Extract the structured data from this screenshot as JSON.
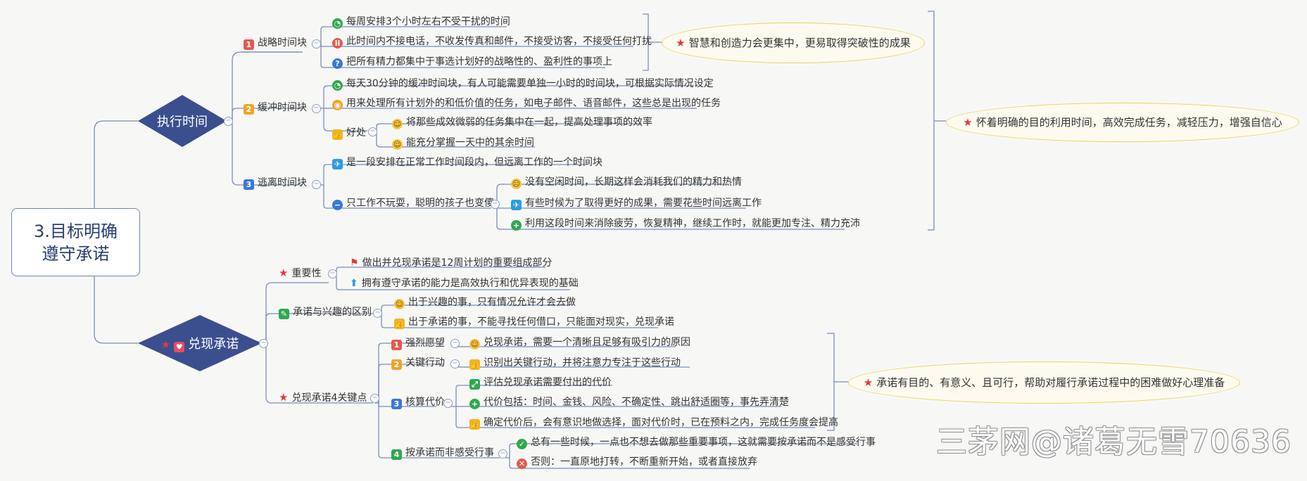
{
  "root": {
    "line1": "3.目标明确",
    "line2": "遵守承诺"
  },
  "exec": {
    "title": "执行时间",
    "strategic": {
      "num": "1",
      "label": "战略时间块",
      "items": [
        "每周安排3个小时左右不受干扰的时间",
        "此时间内不接电话，不收发传真和邮件，不接受访客，不接受任何打扰",
        "把所有精力都集中于事选计划好的战略性的、盈利性的事项上"
      ],
      "summary": "智慧和创造力会更集中，更易取得突破性的成果"
    },
    "buffer": {
      "num": "2",
      "label": "缓冲时间块",
      "items": [
        "每天30分钟的缓冲时间块，有人可能需要单独一小时的时间块，可根据实际情况设定",
        "用来处理所有计划外的和低价值的任务，如电子邮件、语音邮件，这些总是出现的任务"
      ],
      "benefit_label": "好处",
      "benefits": [
        "将那些成效微弱的任务集中在一起，提高处理事项的效率",
        "能充分掌握一天中的其余时间"
      ]
    },
    "escape": {
      "num": "3",
      "label": "逃离时间块",
      "item": "是一段安排在正常工作时间段内，但远离工作的一个时间块",
      "sub_label": "只工作不玩耍，聪明的孩子也变傻",
      "subs": [
        "没有空闲时间，长期这样会消耗我们的精力和热情",
        "有些时候为了取得更好的成果，需要花些时间远离工作",
        "利用这段时间来消除疲劳，恢复精神，继续工作时，就能更加专注、精力充沛"
      ]
    },
    "summary": "怀着明确的目的利用时间，高效完成任务，减轻压力，增强自信心"
  },
  "commit": {
    "title": "兑现承诺",
    "importance": {
      "label": "重要性",
      "items": [
        "做出并兑现承诺是12周计划的重要组成部分",
        "拥有遵守承诺的能力是高效执行和优异表现的基础"
      ]
    },
    "difference": {
      "label": "承诺与兴趣的区别",
      "items": [
        "出于兴趣的事，只有情况允许才会去做",
        "出于承诺的事，不能寻找任何借口，只能面对现实，兑现承诺"
      ]
    },
    "keys": {
      "label": "兑现承诺4关键点",
      "k1": {
        "num": "1",
        "label": "强烈愿望",
        "item": "兑现承诺，需要一个清晰且足够有吸引力的原因"
      },
      "k2": {
        "num": "2",
        "label": "关键行动",
        "item": "识别出关键行动，并将注意力专注于这些行动"
      },
      "k3": {
        "num": "3",
        "label": "核算代价",
        "items": [
          "评估兑现承诺需要付出的代价",
          "代价包括：时间、金钱、风险、不确定性、跳出舒适圈等，事先弄清楚",
          "确定代价后，会有意识地做选择，面对代价时，已在预料之内，完成任务度会提高"
        ]
      },
      "k4": {
        "num": "4",
        "label": "按承诺而非感受行事",
        "items": [
          "总有一些时候，一点也不想去做那些重要事项，这就需要按承诺而不是感受行事",
          "否则：一直原地打转，不断重新开始，或者直接放弃"
        ]
      }
    },
    "summary": "承诺有目的、有意义、且可行，帮助对履行承诺过程中的困难做好心理准备"
  },
  "watermark": "三茅网@诸葛无雪70636",
  "colors": {
    "diamond": "#3b4f8f",
    "line": "#7a8cb8",
    "ellipse_border": "#e8d35a"
  }
}
